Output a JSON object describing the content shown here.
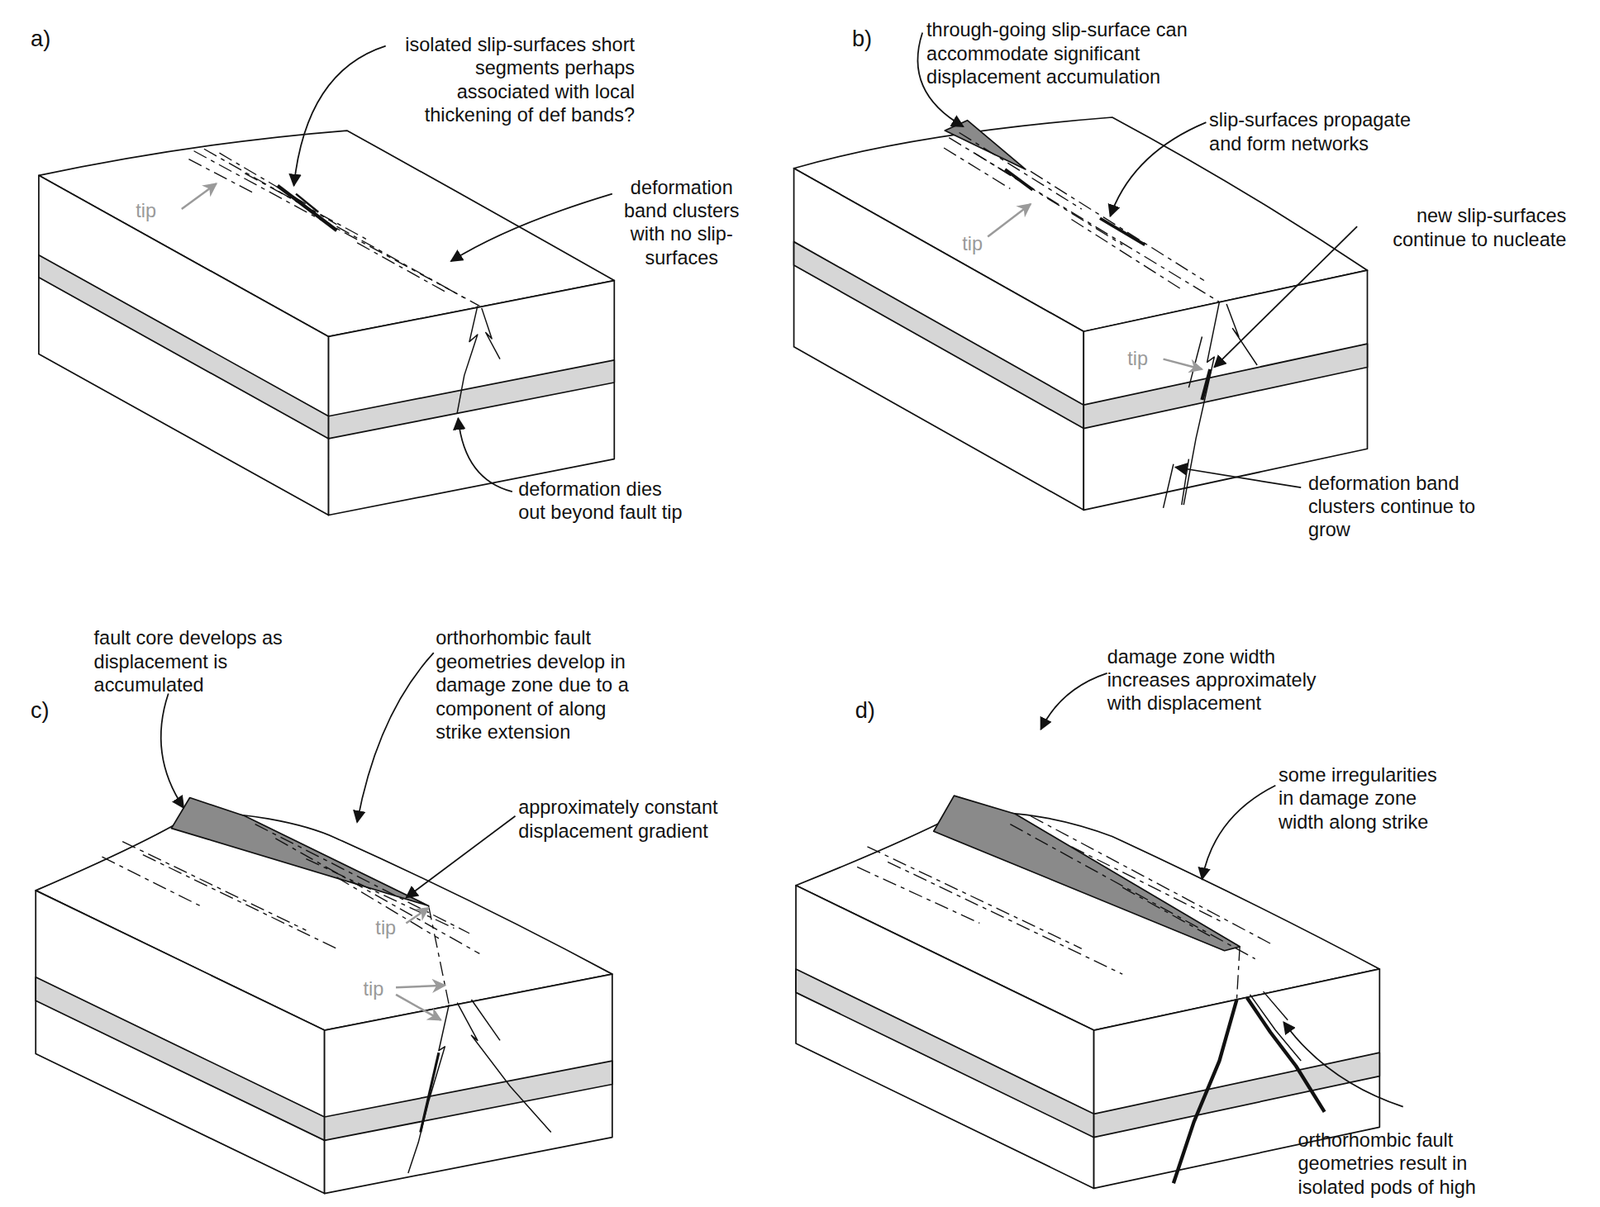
{
  "diagram": {
    "labels": [
      "a)",
      "isolated slip-surfaces short segments perhaps associated with local thickening of def bands?",
      "tip",
      "deformation band clusters with no slip-surfaces",
      "deformation dies out beyond fault tip",
      "b)",
      "through-going slip-surface can accommodate significant displacement accumulation",
      "slip-surfaces propagate and form networks",
      "tip",
      "new slip-surfaces continue to nucleate",
      "tip",
      "deformation band clusters continue to grow",
      "fault core develops as displacement is accumulated",
      "c)",
      "orthorhombic fault geometries develop in damage zone due to a component of along strike extension",
      "approximately constant displacement gradient",
      "tip",
      "tip",
      "d)",
      "damage zone width increases approximately with displacement",
      "some irregularities in damage zone width along strike",
      "orthorhombic fault geometries result in isolated pods of high"
    ]
  }
}
